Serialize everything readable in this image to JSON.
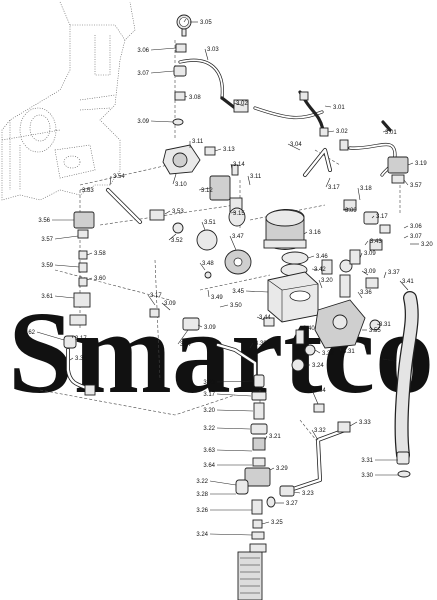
{
  "watermark": {
    "text": "Smartco",
    "base_color": "#e6e6e6",
    "accent_color": "#f2c8c8"
  },
  "callouts": [
    "3.05",
    "3.06",
    "3.07",
    "3.03",
    "3.08",
    "3.02",
    "3.01",
    "3.09",
    "3.02",
    "3.01",
    "3.11",
    "3.13",
    "3.04",
    "3.19",
    "3.10",
    "3.14",
    "3.11",
    "3.17",
    "3.18",
    "3.57",
    "3.53",
    "3.54",
    "3.12",
    "3.15",
    "3.09",
    "3.17",
    "3.56",
    "3.53",
    "3.51",
    "3.16",
    "3.06",
    "3.57",
    "3.58",
    "3.52",
    "3.47",
    "3.43",
    "3.09",
    "3.07",
    "3.20",
    "3.59",
    "3.60",
    "3.48",
    "3.46",
    "3.42",
    "3.09",
    "3.37",
    "3.61",
    "3.49",
    "3.45",
    "3.41",
    "3.17",
    "3.50",
    "3.09",
    "3.20",
    "3.09",
    "3.36",
    "3.62",
    "3.07",
    "3.17",
    "3.44",
    "3.40",
    "3.31",
    "3.55",
    "3.35",
    "3.39",
    "3.31",
    "3.38",
    "3.24",
    "3.22",
    "3.23",
    "3.17",
    "3.34",
    "3.20",
    "3.33",
    "3.22",
    "3.21",
    "3.32",
    "3.63",
    "3.31",
    "3.64",
    "3.30",
    "3.22",
    "3.29",
    "3.23",
    "3.28",
    "3.27",
    "3.26",
    "3.25",
    "3.24"
  ]
}
